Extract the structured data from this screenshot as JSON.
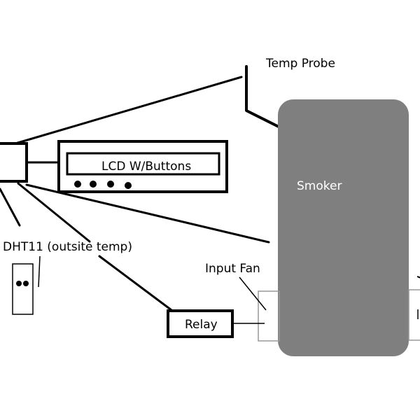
{
  "diagram": {
    "labels": {
      "temp_probe": "Temp Probe",
      "lcd": "LCD W/Buttons",
      "smoker": "Smoker",
      "dht11": "DHT11 (outsite temp)",
      "input_fan": "Input Fan",
      "relay": "Relay"
    },
    "colors": {
      "line": "#000000",
      "smoker_fill": "#7f7f7f",
      "smoker_text": "#ffffff",
      "fan_box": "#9a9a9a",
      "background": "#ffffff"
    },
    "lcd_button_count": 4
  }
}
